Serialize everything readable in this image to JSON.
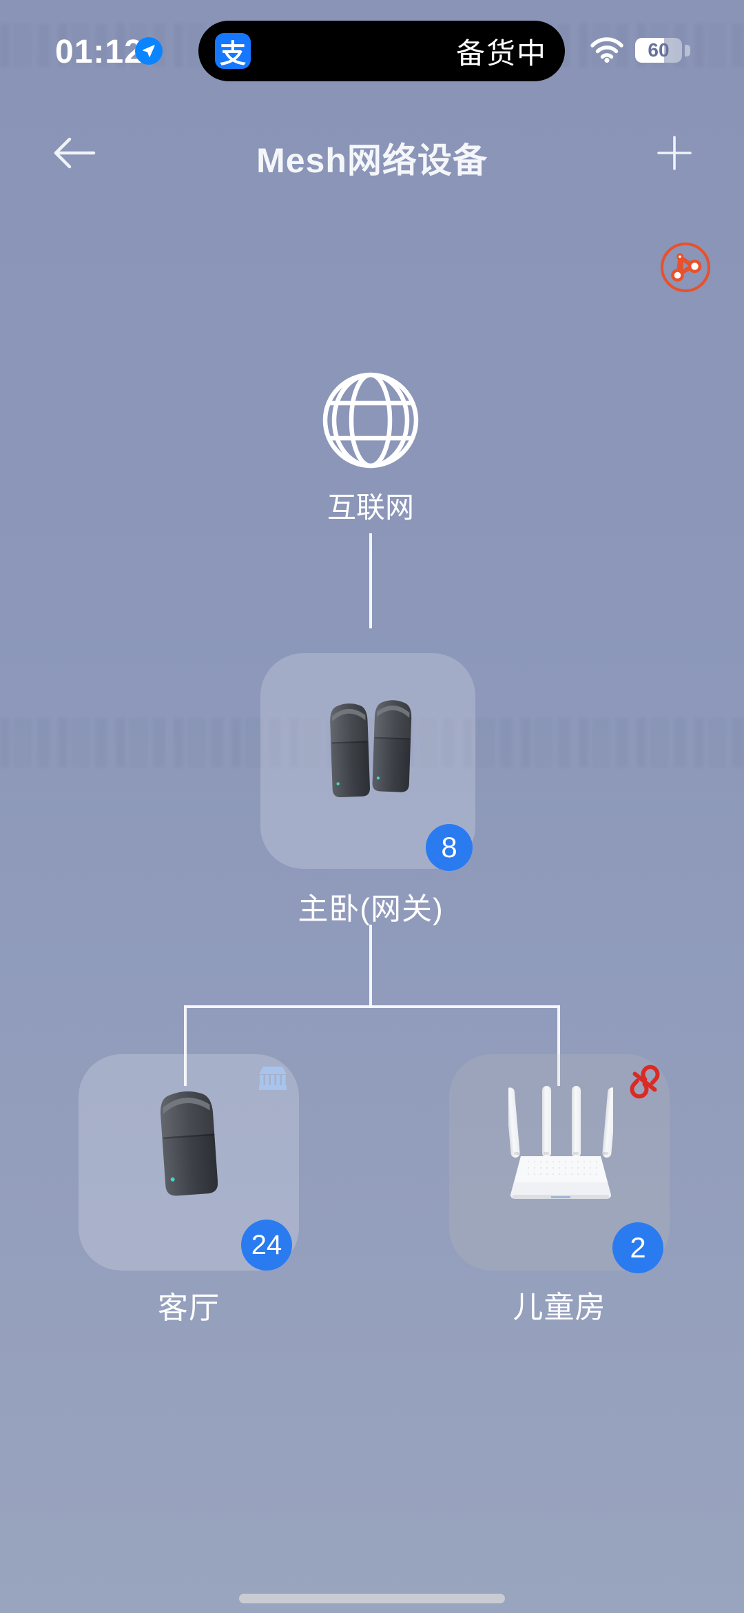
{
  "status_bar": {
    "time": "01:12",
    "battery_level": "60",
    "island_app_glyph": "支",
    "island_status_text": "备货中"
  },
  "nav_bar": {
    "title": "Mesh网络设备"
  },
  "diagram": {
    "internet_label": "互联网",
    "gateway": {
      "label": "主卧(网关)",
      "badge": "8"
    },
    "living_room": {
      "label": "客厅",
      "badge": "24"
    },
    "kids_room": {
      "label": "儿童房",
      "badge": "2"
    }
  },
  "icons": {
    "location": "location-arrow-icon",
    "wifi": "wifi-icon",
    "battery": "battery-indicator",
    "back": "back-arrow-icon",
    "add": "plus-icon",
    "topology": "mesh-topology-icon",
    "internet": "globe-icon",
    "living_room_corner": "building-icon",
    "kids_room_corner": "broken-link-icon"
  },
  "colors": {
    "badge_blue": "#2a7bf0",
    "alipay_blue": "#1677ff",
    "topology_orange": "#e8512a",
    "disconnected_red": "#d92b26",
    "background_top": "#8a94b6",
    "background_bottom": "#99a4be",
    "card_overlay": "rgba(255,255,255,0.20)"
  }
}
